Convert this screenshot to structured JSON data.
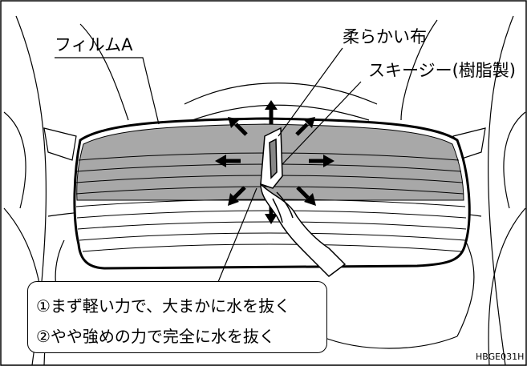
{
  "labels": {
    "film": "フィルムA",
    "cloth": "柔らかい布",
    "squeegee": "スキージー(樹脂製)",
    "code": "HBGE031H"
  },
  "notes": {
    "step1": "①まず軽い力で、大まかに水を抜く",
    "step2": "②やや強めの力で完全に水を抜く"
  },
  "colors": {
    "film_fill": "#a8a8a8",
    "line": "#000000",
    "background": "#ffffff"
  }
}
